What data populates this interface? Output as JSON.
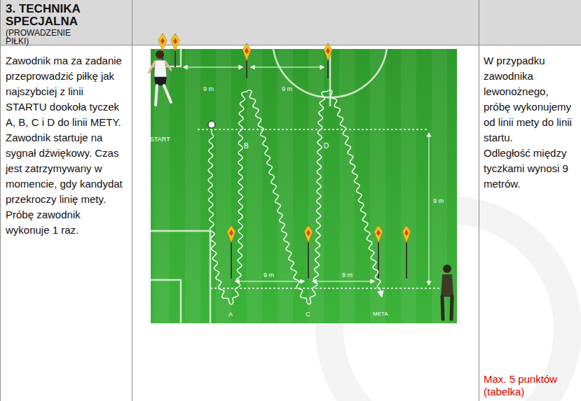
{
  "diagram": {
    "labels": [
      "3. TECHNIKA SPECJALNA",
      "(PROWADZENIE PIŁKI)",
      "Zawodnik ma za zadanie przeprowadzić piłkę jak najszybciej z linii STARTU dookoła tyczek A, B, C i D do linii METY.",
      "Zawodnik startuje na sygnał dźwiękowy. Czas jest zatrzymywany w momencie, gdy kandydat przekroczy linię mety.",
      "Próbę zawodnik wykonuje 1 raz.",
      "W przypadku zawodnika lewonożnego, próbę wykonujemy od linii mety do linii startu.",
      "Odległość między tyczkami wynosi 9 metrów.",
      "Max. 5 punktów (tabelka)",
      "START",
      "9 m",
      "9 m",
      "B",
      "D",
      "9 m",
      "9 m",
      "9 m",
      "A",
      "C",
      "META"
    ]
  }
}
